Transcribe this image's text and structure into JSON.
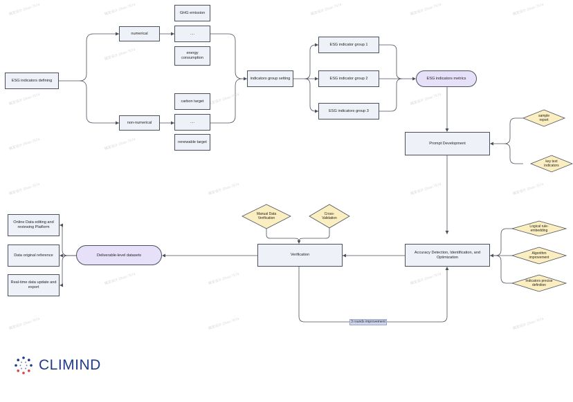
{
  "nodes": {
    "esg_defining": "ESG indicators defining",
    "numerical": "numerical",
    "non_numerical": "non-numerical",
    "ghg": "GHG emission",
    "dots1": "....",
    "energy": [
      "energy",
      "consumption"
    ],
    "carbon": "carbon target",
    "dots2": "....",
    "renewable": "renewable target",
    "group_setting": "indicators group setting",
    "group1": "ESG indicator group 1",
    "group2": "ESG indicator group 2",
    "group3": "ESG indicators group 3",
    "metrics": "ESG indicators metrics",
    "sample_report": [
      "sample",
      "report"
    ],
    "key_text": [
      "key text",
      "indicators"
    ],
    "prompt_dev": "Prompt Development",
    "accuracy": [
      "Accuracy Detection, Identification, and",
      "Optimization"
    ],
    "logical": [
      "Logical rule-",
      "embedding"
    ],
    "algorithm": [
      "Algorithm",
      "improvement"
    ],
    "precise": [
      "Indicators precise",
      "definition"
    ],
    "verification": "Verification",
    "manual": [
      "Manual Data",
      "Verification"
    ],
    "cross": [
      "Cross-",
      "Validation"
    ],
    "deliverable": "Deliverable-level datasets",
    "online": [
      "Online Data  editing and",
      "reviewing Platform"
    ],
    "original": "Data original reference",
    "realtime": [
      "Real-time data update and",
      "export"
    ]
  },
  "round_label": "3 rounds improvement",
  "logo": {
    "text": "CLIMIND"
  },
  "watermark": "稿定设计 Zihan 7574",
  "colors": {
    "box_fill": "#eef1f8",
    "pill_fill": "#e6e0f8",
    "diamond_fill": "#fbeec0",
    "logo_blue": "#1f3b8a",
    "logo_red": "#d64545"
  }
}
